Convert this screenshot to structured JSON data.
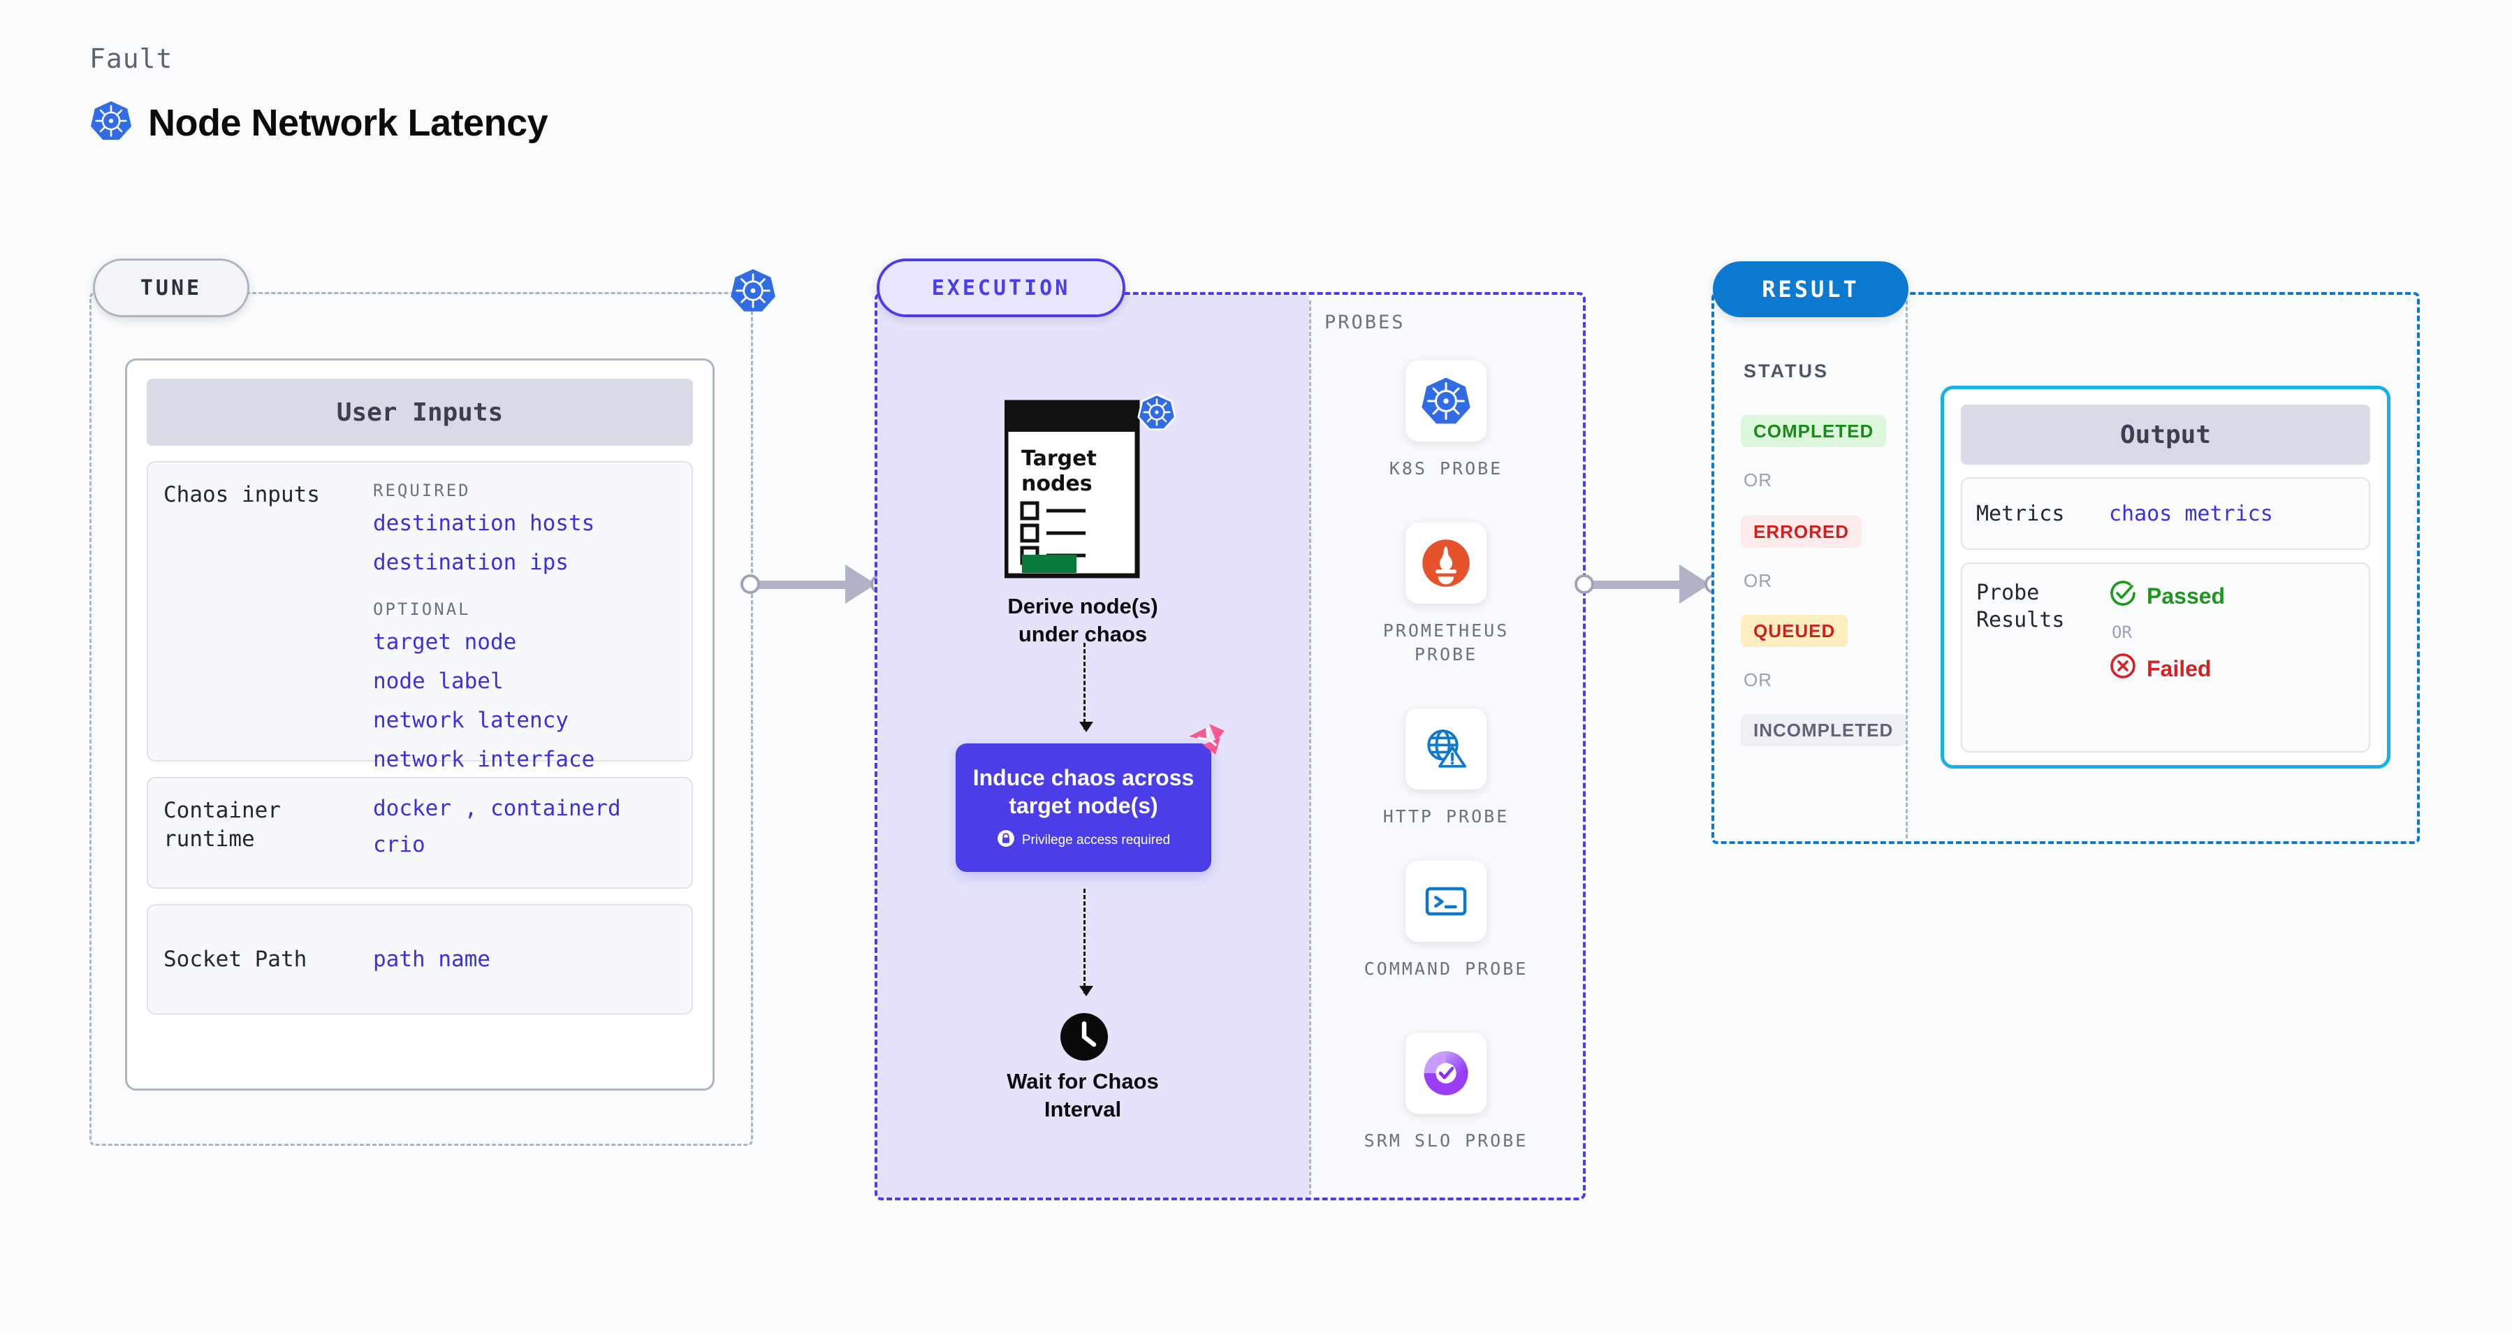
{
  "header": {
    "eyebrow": "Fault",
    "title": "Node Network Latency",
    "icon": "kubernetes-icon"
  },
  "tune": {
    "pill_label": "TUNE",
    "badge_icon": "kubernetes-icon",
    "card_title": "User Inputs",
    "sections": [
      {
        "label": "Chaos inputs",
        "groups": [
          {
            "heading": "REQUIRED",
            "values": [
              "destination hosts",
              "destination ips"
            ]
          },
          {
            "heading": "OPTIONAL",
            "values": [
              "target node",
              "node label",
              "network latency",
              "network interface"
            ]
          }
        ]
      },
      {
        "label": "Container runtime",
        "values_line1": "docker",
        "values_sep": ",",
        "values_line1b": "containerd",
        "values_line2": "crio"
      },
      {
        "label": "Socket Path",
        "value": "path name"
      }
    ]
  },
  "execution": {
    "pill_label": "EXECUTION",
    "flow": [
      {
        "id": "derive",
        "caption": "Derive node(s) under chaos",
        "icon": "target-nodes-list-icon",
        "doc_title": "Target nodes"
      },
      {
        "id": "induce",
        "caption": "Induce chaos across target node(s)",
        "privilege_note": "Privilege access required",
        "privilege_icon": "lock-icon",
        "corner_icon": "litmus-chaos-icon"
      },
      {
        "id": "wait",
        "caption": "Wait for Chaos Interval",
        "icon": "clock-icon"
      }
    ],
    "probes": {
      "heading": "PROBES",
      "items": [
        {
          "label": "K8S PROBE",
          "icon": "kubernetes-icon"
        },
        {
          "label": "PROMETHEUS PROBE",
          "icon": "prometheus-icon"
        },
        {
          "label": "HTTP PROBE",
          "icon": "globe-warning-icon"
        },
        {
          "label": "COMMAND PROBE",
          "icon": "terminal-icon"
        },
        {
          "label": "SRM SLO PROBE",
          "icon": "slo-donut-check-icon"
        }
      ]
    }
  },
  "result": {
    "pill_label": "RESULT",
    "status_heading": "STATUS",
    "or_label": "OR",
    "statuses": [
      {
        "label": "COMPLETED",
        "color": "#1a8a1a",
        "background": "#ddf7dd"
      },
      {
        "label": "ERRORED",
        "color": "#cf1f1f",
        "background": "#fdeaea"
      },
      {
        "label": "QUEUED",
        "color": "#cf1f1f",
        "background": "#fdeec2"
      },
      {
        "label": "INCOMPLETED",
        "color": "#5d6476",
        "background": "#eef0f5"
      }
    ],
    "output": {
      "title": "Output",
      "rows": [
        {
          "label": "Metrics",
          "value": "chaos metrics"
        },
        {
          "label": "Probe Results",
          "passed": "Passed",
          "or": "OR",
          "failed": "Failed",
          "passed_icon": "check-circle-icon",
          "failed_icon": "x-circle-icon"
        }
      ]
    }
  },
  "connectors": [
    {
      "id": "tune-to-execution"
    },
    {
      "id": "execution-to-result"
    }
  ],
  "colors": {
    "kubernetes_blue": "#326ce5",
    "accent_purple": "#4b3ee8",
    "result_blue": "#0b79d0",
    "output_cyan": "#17b0e8",
    "value_blue": "#3b30e0",
    "litmus_pink": "#f9578f"
  }
}
